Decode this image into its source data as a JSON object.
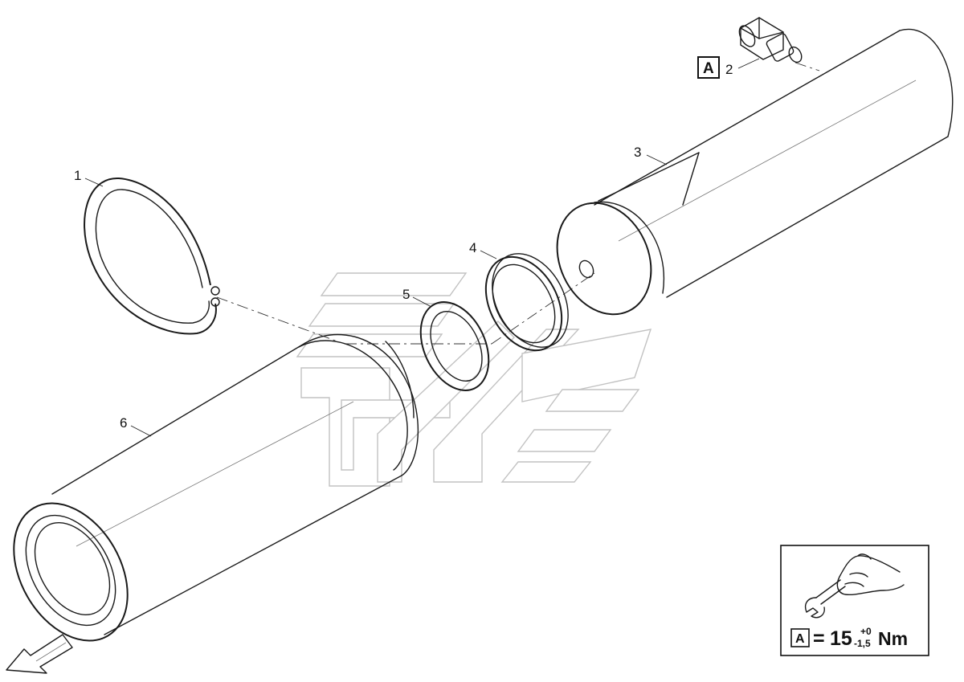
{
  "diagram": {
    "callouts": [
      {
        "id": "1"
      },
      {
        "id": "2"
      },
      {
        "id": "3"
      },
      {
        "id": "4"
      },
      {
        "id": "5"
      },
      {
        "id": "6"
      }
    ],
    "tightening_box_letter": "A",
    "torque_box": {
      "letter": "A",
      "equals": "=",
      "value": "15",
      "tol_upper": "+0",
      "tol_lower": "-1,5",
      "unit": "Nm"
    }
  }
}
